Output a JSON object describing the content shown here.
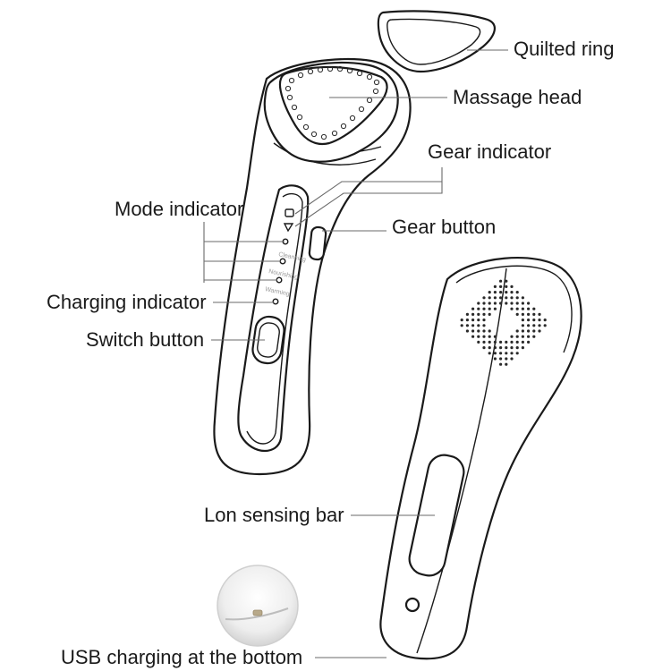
{
  "colors": {
    "line": "#1a1a1a",
    "leader": "#6a6a6a",
    "dots": "#2a2a2a",
    "background": "#ffffff"
  },
  "device_markings": {
    "cleansing": "Cleansing",
    "nourishing": "Nourishing",
    "warming": "Warming"
  },
  "callouts": {
    "quilted_ring": "Quilted ring",
    "massage_head": "Massage head",
    "gear_indicator": "Gear indicator",
    "mode_indicator": "Mode indicator",
    "gear_button": "Gear button",
    "charging_indicator": "Charging indicator",
    "switch_button": "Switch button",
    "ion_sensing_bar": "Lon sensing bar",
    "usb_charging": "USB charging at the bottom"
  }
}
